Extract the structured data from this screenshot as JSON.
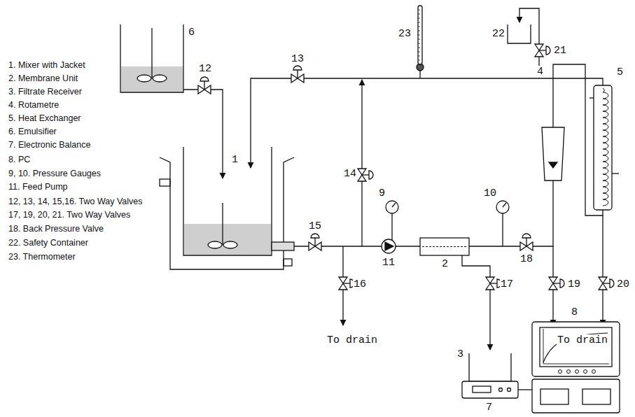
{
  "diagram": {
    "labels": [
      "1. Mixer with Jacket",
      "2. Membrane Unit",
      "3. Filtrate Receiver",
      "4. Rotametre",
      "5. Heat Exchanger",
      "6. Emulsifier",
      "7. Electronic Balance",
      "8. PC",
      "9, 10. Pressure Gauges",
      "11. Feed Pump",
      "12, 13, 14, 15,16. Two Way Valves",
      "17, 19, 20, 21. Two Way Valves",
      "18. Back Pressure Valve",
      "22. Safety Container",
      "23. Thermometer",
      "6",
      "12",
      "13",
      "23",
      "22",
      "21",
      "5",
      "4",
      "1",
      "14",
      "9",
      "10",
      "15",
      "11",
      "2",
      "18",
      "19",
      "20",
      "To drain",
      "16",
      "17",
      "To drain",
      "3",
      "7",
      "8"
    ]
  }
}
